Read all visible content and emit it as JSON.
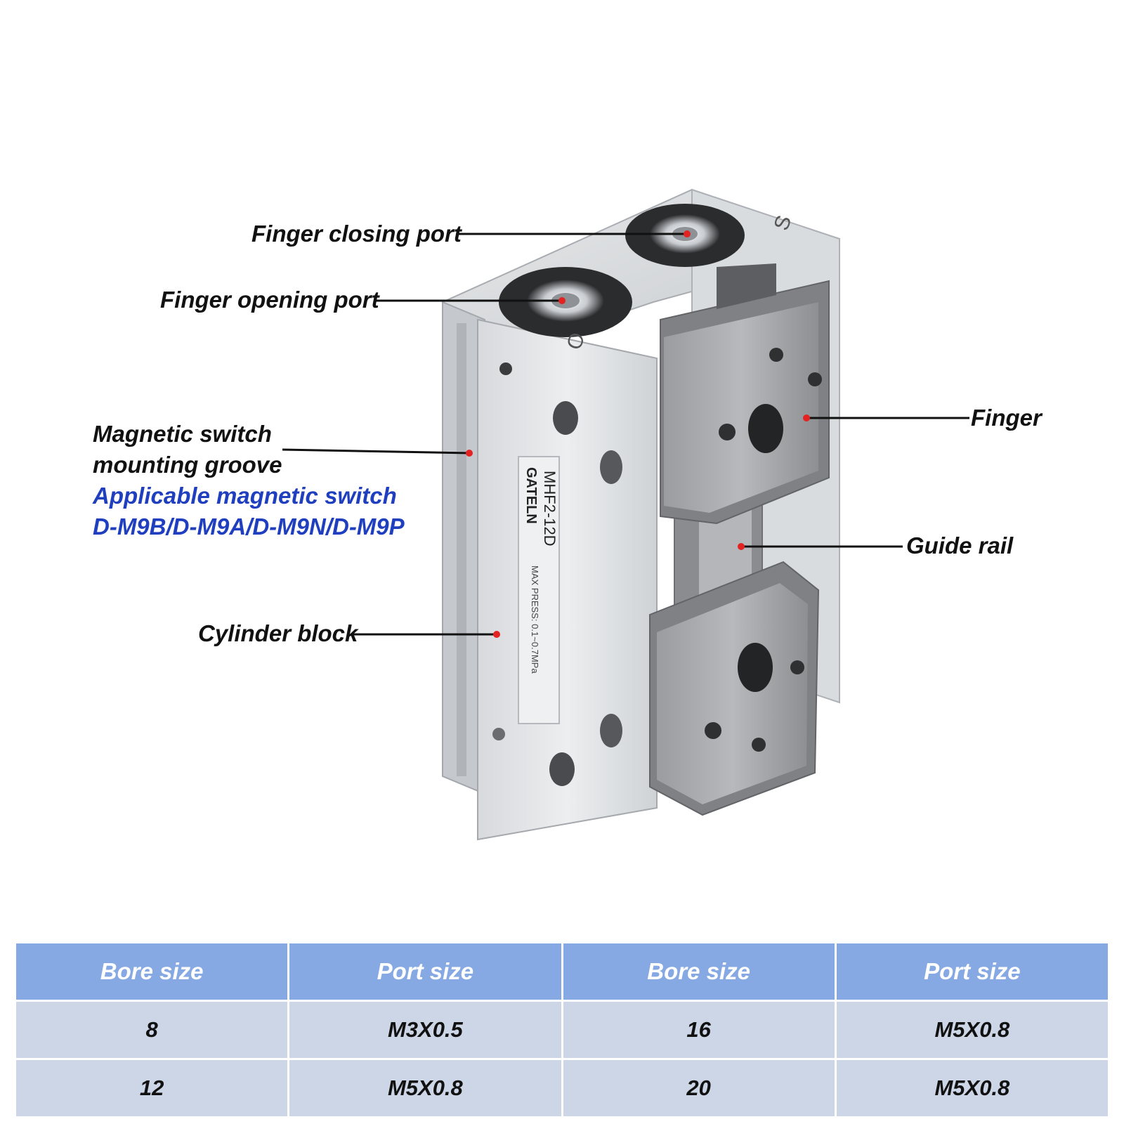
{
  "product": {
    "model_label": "MHF2-12D",
    "brand_label": "GATELN",
    "pressure_label": "MAX PRESS: 0.1~0.7MPa",
    "port_marks": [
      "S",
      "O"
    ]
  },
  "callouts": {
    "finger_closing_port": "Finger closing port",
    "finger_opening_port": "Finger opening port",
    "magnetic_switch_line1": "Magnetic switch",
    "magnetic_switch_line2": "mounting groove",
    "applicable_line1": "Applicable magnetic switch",
    "applicable_line2": "D-M9B/D-M9A/D-M9N/D-M9P",
    "cylinder_block": "Cylinder block",
    "finger": "Finger",
    "guide_rail": "Guide rail"
  },
  "table": {
    "headers": [
      "Bore size",
      "Port size",
      "Bore size",
      "Port size"
    ],
    "rows": [
      [
        "8",
        "M3X0.5",
        "16",
        "M5X0.8"
      ],
      [
        "12",
        "M5X0.8",
        "20",
        "M5X0.8"
      ]
    ]
  },
  "colors": {
    "table_header": "#86a9e3",
    "table_body": "#ccd6e6",
    "callout_dot": "#e32222",
    "applicable_text": "#1f3fbf"
  }
}
